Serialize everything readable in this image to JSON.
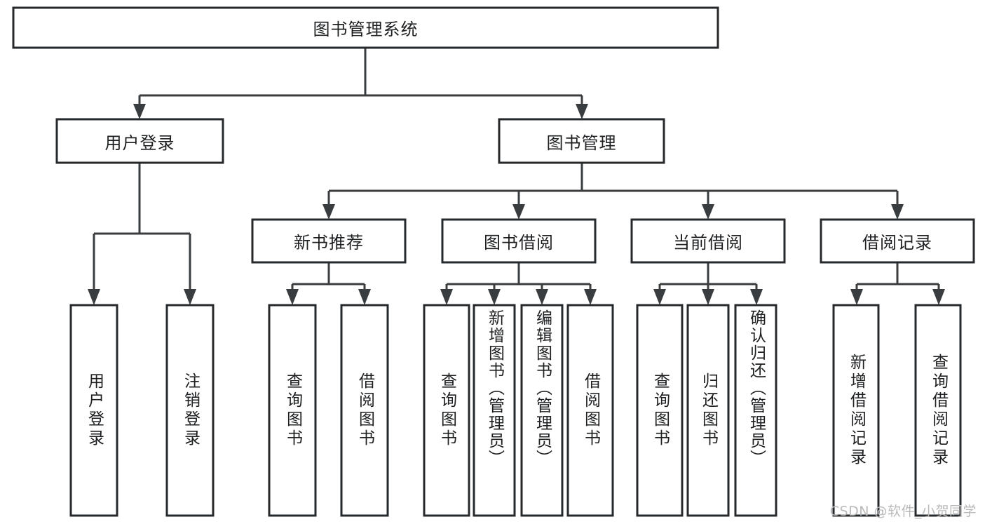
{
  "diagram": {
    "type": "tree",
    "title": "图书管理系统",
    "watermark": "CSDN @软件_小贺同学",
    "colors": {
      "box_stroke": "#26292b",
      "line": "#3a3d3f",
      "box_fill": "#ffffff",
      "text": "#1d1f21",
      "watermark": "#b9b9b9"
    },
    "nodes": {
      "root": {
        "label": "图书管理系统",
        "level": 1,
        "orientation": "horizontal"
      },
      "n_user_login": {
        "label": "用户登录",
        "level": 2,
        "orientation": "horizontal"
      },
      "n_book_mgmt": {
        "label": "图书管理",
        "level": 2,
        "orientation": "horizontal"
      },
      "n_new_book_rec": {
        "label": "新书推荐",
        "level": 3,
        "orientation": "horizontal"
      },
      "n_book_borrow": {
        "label": "图书借阅",
        "level": 3,
        "orientation": "horizontal"
      },
      "n_current_borrow": {
        "label": "当前借阅",
        "level": 3,
        "orientation": "horizontal"
      },
      "n_borrow_record": {
        "label": "借阅记录",
        "level": 3,
        "orientation": "horizontal"
      },
      "leaf_user_login": {
        "label": "用户登录",
        "level": 4,
        "orientation": "vertical"
      },
      "leaf_logout": {
        "label": "注销登录",
        "level": 4,
        "orientation": "vertical"
      },
      "leaf_query_book_1": {
        "label": "查询图书",
        "level": 4,
        "orientation": "vertical"
      },
      "leaf_borrow_book_1": {
        "label": "借阅图书",
        "level": 4,
        "orientation": "vertical"
      },
      "leaf_query_book_2": {
        "label": "查询图书",
        "level": 4,
        "orientation": "vertical"
      },
      "leaf_add_book": {
        "label": "新增图书（管理员）",
        "level": 4,
        "orientation": "vertical"
      },
      "leaf_edit_book": {
        "label": "编辑图书（管理员）",
        "level": 4,
        "orientation": "vertical"
      },
      "leaf_borrow_book_2": {
        "label": "借阅图书",
        "level": 4,
        "orientation": "vertical"
      },
      "leaf_query_book_3": {
        "label": "查询图书",
        "level": 4,
        "orientation": "vertical"
      },
      "leaf_return_book": {
        "label": "归还图书",
        "level": 4,
        "orientation": "vertical"
      },
      "leaf_confirm_return": {
        "label": "确认归还（管理员）",
        "level": 4,
        "orientation": "vertical"
      },
      "leaf_add_record": {
        "label": "新增借阅记录",
        "level": 4,
        "orientation": "vertical"
      },
      "leaf_query_record": {
        "label": "查询借阅记录",
        "level": 4,
        "orientation": "vertical"
      }
    },
    "edges": [
      {
        "from": "root",
        "to": "n_user_login"
      },
      {
        "from": "root",
        "to": "n_book_mgmt"
      },
      {
        "from": "n_user_login",
        "to": "leaf_user_login"
      },
      {
        "from": "n_user_login",
        "to": "leaf_logout"
      },
      {
        "from": "n_book_mgmt",
        "to": "n_new_book_rec"
      },
      {
        "from": "n_book_mgmt",
        "to": "n_book_borrow"
      },
      {
        "from": "n_book_mgmt",
        "to": "n_current_borrow"
      },
      {
        "from": "n_book_mgmt",
        "to": "n_borrow_record"
      },
      {
        "from": "n_new_book_rec",
        "to": "leaf_query_book_1"
      },
      {
        "from": "n_new_book_rec",
        "to": "leaf_borrow_book_1"
      },
      {
        "from": "n_book_borrow",
        "to": "leaf_query_book_2"
      },
      {
        "from": "n_book_borrow",
        "to": "leaf_add_book"
      },
      {
        "from": "n_book_borrow",
        "to": "leaf_edit_book"
      },
      {
        "from": "n_book_borrow",
        "to": "leaf_borrow_book_2"
      },
      {
        "from": "n_current_borrow",
        "to": "leaf_query_book_3"
      },
      {
        "from": "n_current_borrow",
        "to": "leaf_return_book"
      },
      {
        "from": "n_current_borrow",
        "to": "leaf_confirm_return"
      },
      {
        "from": "n_borrow_record",
        "to": "leaf_add_record"
      },
      {
        "from": "n_borrow_record",
        "to": "leaf_query_record"
      }
    ]
  }
}
